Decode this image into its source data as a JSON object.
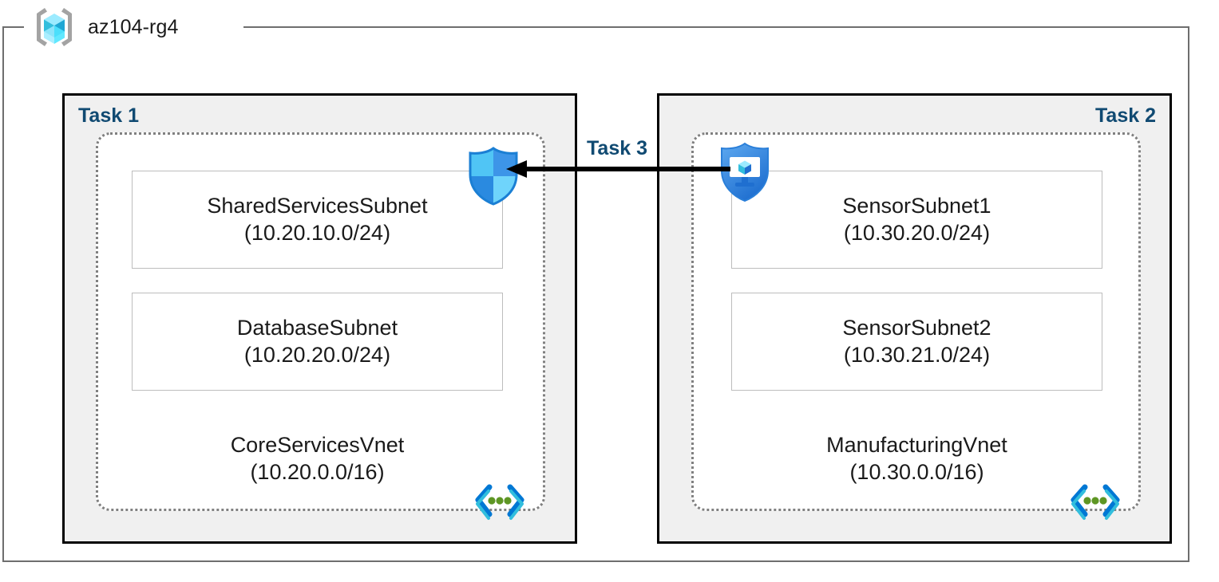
{
  "resource_group": {
    "name": "az104-rg4",
    "icon": "resource-group-cube-icon"
  },
  "tasks": [
    {
      "label": "Task 1",
      "align": "left",
      "vnet": {
        "name": "CoreServicesVnet",
        "cidr": "(10.20.0.0/16)",
        "icon": "virtual-network-icon",
        "subnets": [
          {
            "name": "SharedServicesSubnet",
            "cidr": "(10.20.10.0/24)"
          },
          {
            "name": "DatabaseSubnet",
            "cidr": "(10.20.20.0/24)"
          }
        ]
      },
      "security_icon": "network-security-group-shield-icon"
    },
    {
      "label": "Task 2",
      "align": "right",
      "vnet": {
        "name": "ManufacturingVnet",
        "cidr": "(10.30.0.0/16)",
        "icon": "virtual-network-icon",
        "subnets": [
          {
            "name": "SensorSubnet1",
            "cidr": "(10.30.20.0/24)"
          },
          {
            "name": "SensorSubnet2",
            "cidr": "(10.30.21.0/24)"
          }
        ]
      },
      "security_icon": "application-security-group-shield-icon"
    }
  ],
  "connector": {
    "label": "Task 3",
    "direction": "right-to-left",
    "arrow_color": "#000000"
  },
  "colors": {
    "task_label": "#104a72",
    "task_box_fill": "#f0f0f0",
    "task_box_border": "#000000",
    "vnet_border": "#808080",
    "subnet_border": "#bdbdbd",
    "rg_border": "#6e6e6e",
    "icon_blue": "#0078d4",
    "icon_cyan": "#50e6ff",
    "icon_green": "#5e9624"
  }
}
